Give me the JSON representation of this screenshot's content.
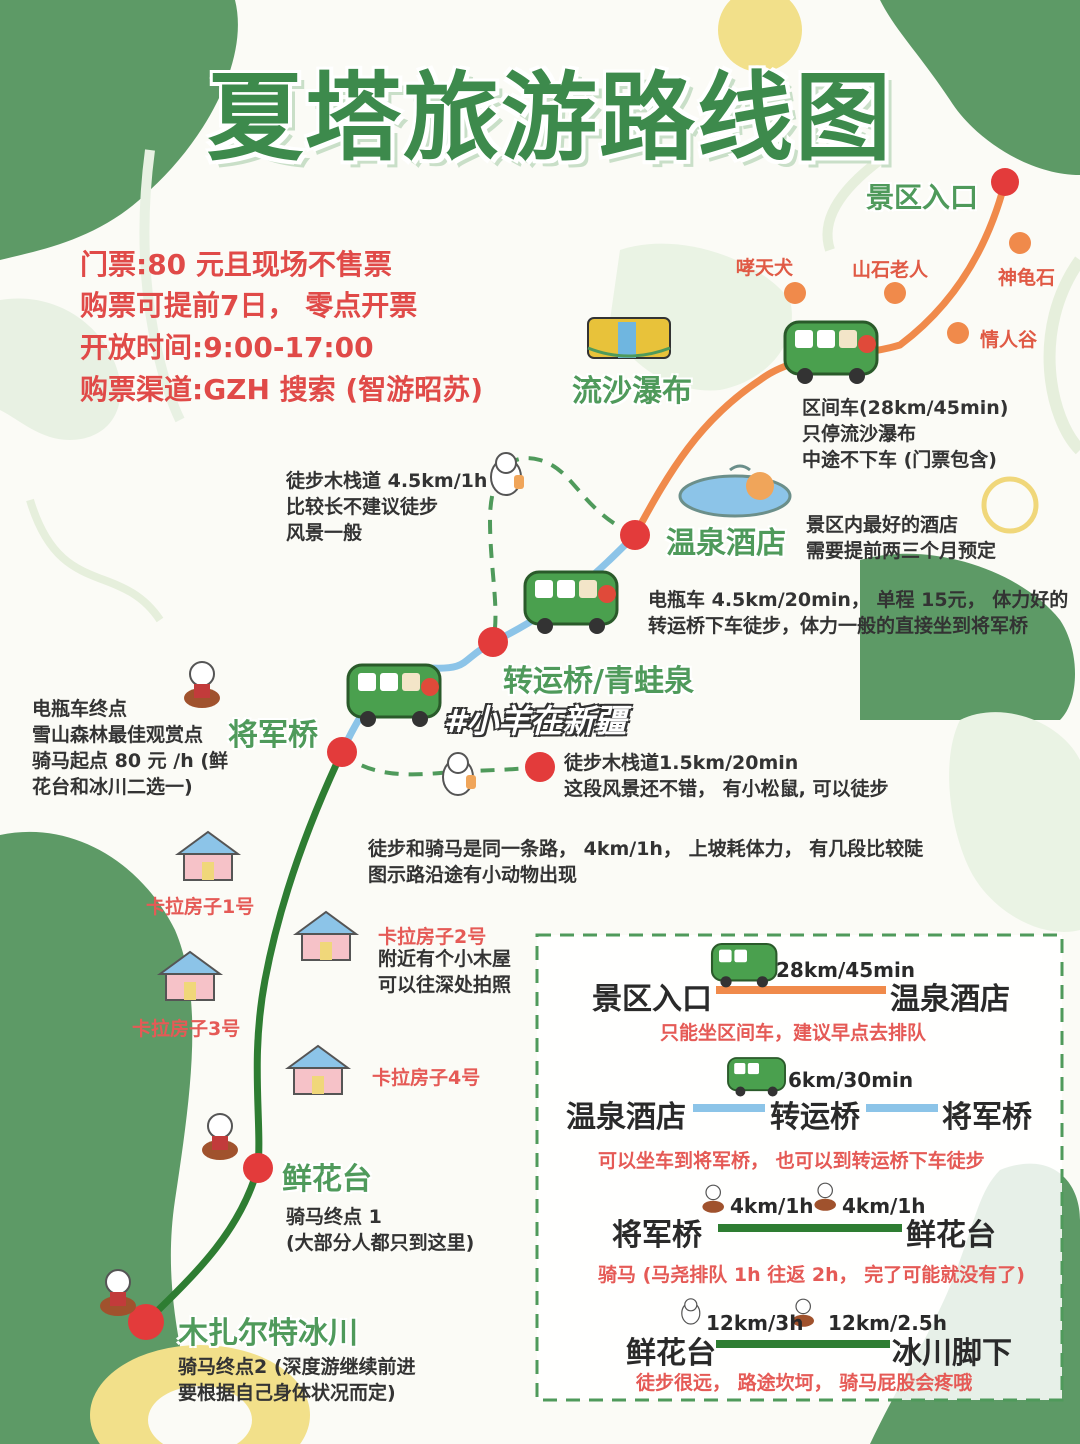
{
  "title": "夏塔旅游路线图",
  "info_lines": [
    "门票:80 元且现场不售票",
    "购票可提前7日， 零点开票",
    "开放时间:9:00-17:00",
    "购票渠道:GZH 搜索 (智游昭苏)"
  ],
  "watermark": "#小羊在新疆",
  "colors": {
    "green_blob": "#5d9a66",
    "route_orange": "#f08a4b",
    "route_blue": "#8cc4e8",
    "route_green": "#2e7d32",
    "stop_red": "#e33b3b",
    "title_green": "#3d8a4c",
    "note_red": "#e55a56"
  },
  "icons": [
    "bus-icon",
    "snow-leopard-hiker-icon",
    "horse-rider-icon",
    "cabin-house-icon",
    "waterfall-icon",
    "hot-spring-icon"
  ],
  "stops": {
    "entrance": "景区入口",
    "hotel": "温泉酒店",
    "zhuanyunqiao": "转运桥/青蛙泉",
    "jiangjunqiao": "将军桥",
    "xianhuatai": "鲜花台",
    "glacier": "木扎尔特冰川",
    "waterfall": "流沙瀑布"
  },
  "side_spots": [
    "哮天犬",
    "山石老人",
    "神龟石",
    "情人谷"
  ],
  "notes": {
    "shuttle": [
      "区间车(28km/45min)",
      "只停流沙瀑布",
      "中途不下车 (门票包含)"
    ],
    "hotel": [
      "景区内最好的酒店",
      "需要提前两三个月预定"
    ],
    "ebike": [
      "电瓶车 4.5km/20min， 单程 15元， 体力好的",
      "转运桥下车徒步，体力一般的直接坐到将军桥"
    ],
    "boardwalk_long": [
      "徒步木栈道 4.5km/1h",
      "比较长不建议徒步",
      "风景一般"
    ],
    "boardwalk_short": [
      "徒步木栈道1.5km/20min",
      "这段风景还不错， 有小松鼠, 可以徒步"
    ],
    "jiangjun": [
      "电瓶车终点",
      "雪山森林最佳观赏点",
      "骑马起点 80 元 /h (鲜",
      "花台和冰川二选一)"
    ],
    "trail": [
      "徒步和骑马是同一条路， 4km/1h， 上坡耗体力， 有几段比较陡",
      "图示路沿途有小动物出现"
    ],
    "xianhua": [
      "骑马终点 1",
      "(大部分人都只到这里)"
    ],
    "glacier": [
      "骑马终点2 (深度游继续前进",
      "要根据自己身体状况而定)"
    ]
  },
  "cabins": {
    "c1": "卡拉房子1号",
    "c2": "卡拉房子2号",
    "c2_note": [
      "附近有个小木屋",
      "可以往深处拍照"
    ],
    "c3": "卡拉房子3号",
    "c4": "卡拉房子4号"
  },
  "legend": [
    {
      "from": "景区入口",
      "to": "温泉酒店",
      "dist": [
        "28km/45min"
      ],
      "note": "只能坐区间车，建议早点去排队",
      "line": "orange"
    },
    {
      "from": "温泉酒店",
      "mid": "转运桥",
      "to": "将军桥",
      "dist": [
        "6km/30min"
      ],
      "note": "可以坐车到将军桥， 也可以到转运桥下车徒步",
      "line": "blue"
    },
    {
      "from": "将军桥",
      "to": "鲜花台",
      "dist": [
        "4km/1h",
        "4km/1h"
      ],
      "note": "骑马 (马尧排队 1h 往返 2h， 完了可能就没有了)",
      "line": "green"
    },
    {
      "from": "鲜花台",
      "to": "冰川脚下",
      "dist": [
        "12km/3h",
        "12km/2.5h"
      ],
      "note": "徒步很远， 路途坎坷， 骑马屁股会疼哦",
      "line": "green"
    }
  ]
}
